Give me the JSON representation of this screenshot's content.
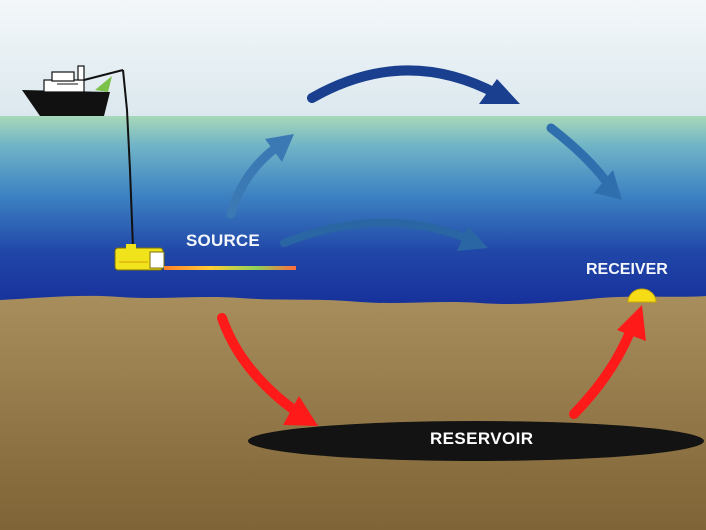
{
  "diagram": {
    "labels": {
      "source": "SOURCE",
      "receiver": "RECEIVER",
      "reservoir": "RESERVOIR"
    },
    "colors": {
      "sky_top": "#f3f7fa",
      "sky_bottom": "#dbe8ee",
      "water_surface": "#a7d8b8",
      "water_mid": "#3d82c2",
      "water_deep": "#17309b",
      "seabed": "#a88e5c",
      "seabed_deep": "#7e6436",
      "airwave_arrow": "#1a3f8f",
      "water_arrow": "#2f6fae",
      "subsurface_arrow": "#ff1a1a",
      "reservoir": "#131313",
      "receiver": "#f6dc16",
      "source_device": "#f0e21b",
      "ship_hull": "#111111"
    }
  }
}
